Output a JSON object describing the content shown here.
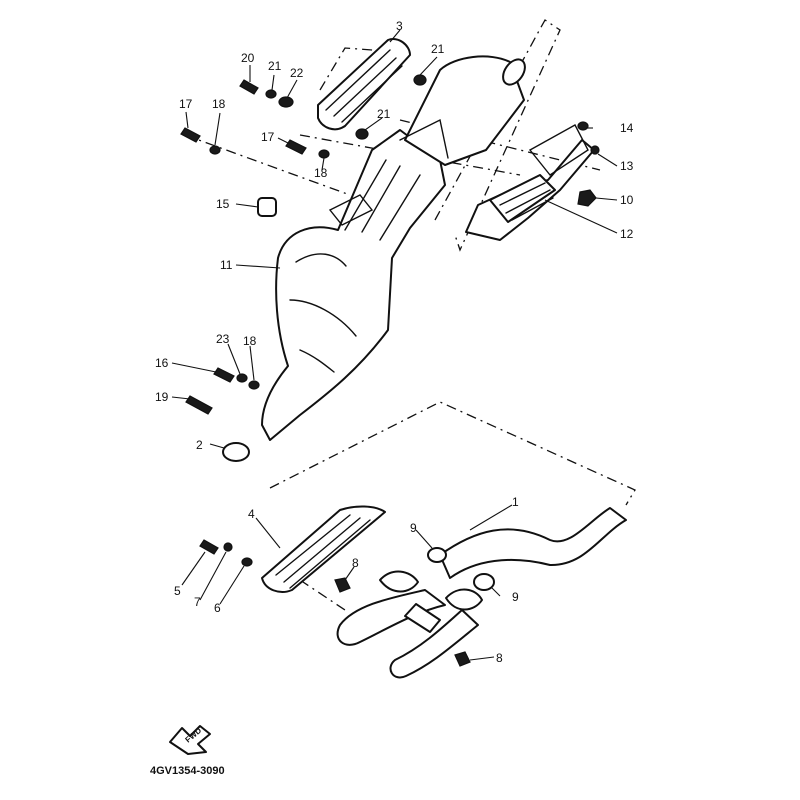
{
  "diagram_code": "4GV1354-3090",
  "direction_badge": "FWD",
  "callouts": {
    "c1": "1",
    "c2": "2",
    "c3": "3",
    "c4": "4",
    "c5": "5",
    "c6": "6",
    "c7": "7",
    "c8a": "8",
    "c8b": "8",
    "c9a": "9",
    "c9b": "9",
    "c10": "10",
    "c11": "11",
    "c12": "12",
    "c13": "13",
    "c14": "14",
    "c15": "15",
    "c16": "16",
    "c17a": "17",
    "c17b": "17",
    "c18a": "18",
    "c18b": "18",
    "c18c": "18",
    "c19": "19",
    "c20": "20",
    "c21a": "21",
    "c21b": "21",
    "c21c": "21",
    "c22": "22",
    "c23": "23"
  }
}
